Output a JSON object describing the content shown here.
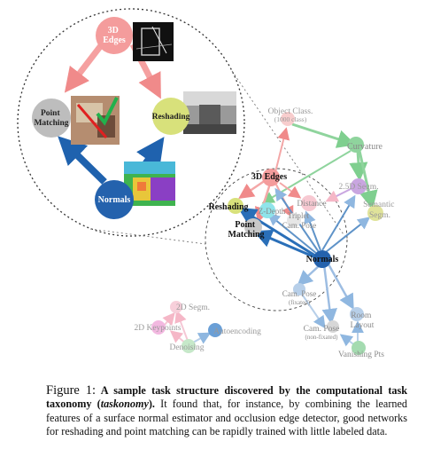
{
  "zoom_panel": {
    "nodes": {
      "edges3d": "3D\nEdges",
      "point_matching": "Point\nMatching",
      "reshading": "Reshading",
      "normals": "Normals"
    }
  },
  "graph": {
    "object_class": "Object Class.",
    "object_class_sub": "(1000 class)",
    "curvature": "Curvature",
    "segm25d": "2.5D Segm.",
    "semantic_segm": "Semantic\nSegm.",
    "edges3d": "3D Edges",
    "reshading": "Reshading",
    "zdepth": "Z-Depth",
    "distance": "Distance",
    "triplet_cam_pose": "Triplet\nCam. Pose",
    "point_matching": "Point\nMatching",
    "normals": "Normals",
    "cam_pose_fixated": "Cam. Pose",
    "cam_pose_fixated_sub": "(fixated)",
    "cam_pose_nonfixated": "Cam. Pose",
    "cam_pose_nonfixated_sub": "(non-fixated)",
    "room_layout": "Room\nLayout",
    "vanishing_pts": "Vanishing Pts",
    "segm2d": "2D Segm.",
    "keypoints2d": "2D Keypoints",
    "autoencoding": "Autoencoding",
    "denoising": "Denoising"
  },
  "colors": {
    "edges": "#f4a0a0",
    "normals": "#2a6fb8",
    "reshading": "#d9e37a",
    "pointmatch": "#bdbdbd",
    "green": "#8cd59a",
    "purple": "#c9a6e0",
    "cyan": "#8fe4ea",
    "lightblue": "#a7c6e6"
  },
  "caption": {
    "figure_label": "Figure 1:",
    "bold_text": " A sample task structure discovered by the computational task taxonomy (",
    "bold_italic": "taskonomy",
    "bold_end": ").",
    "body": " It found that, for instance, by combining the learned features of a surface normal estimator and occlusion edge detector, good networks for reshading and point matching can be rapidly trained with little labeled data."
  }
}
